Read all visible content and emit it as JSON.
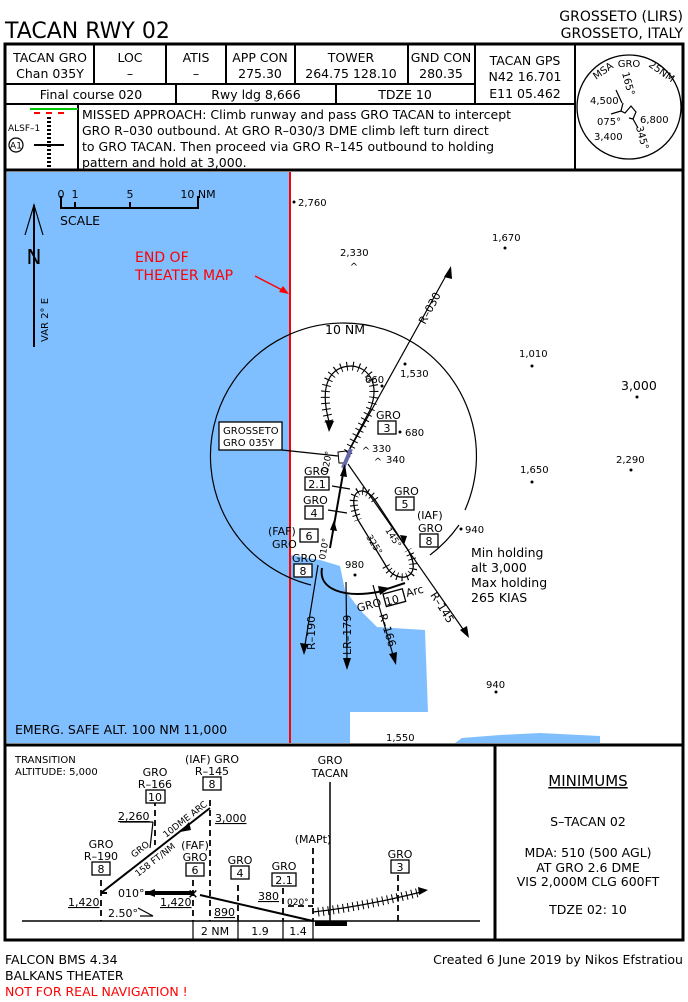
{
  "title": "TACAN RWY 02",
  "airport": {
    "name_code": "GROSSETO (LIRS)",
    "location": "GROSSETO, ITALY"
  },
  "header": {
    "tacan": {
      "label": "TACAN GRO",
      "value": "Chan 035Y"
    },
    "loc": {
      "label": "LOC",
      "value": "–"
    },
    "atis": {
      "label": "ATIS",
      "value": "–"
    },
    "app_con": {
      "label": "APP CON",
      "value": "275.30"
    },
    "tower": {
      "label": "TOWER",
      "value": "264.75 128.10"
    },
    "gnd_con": {
      "label": "GND CON",
      "value": "280.35"
    },
    "tacan_gps": {
      "label": "TACAN GPS",
      "lat": "N42 16.701",
      "lon": "E11 05.462"
    },
    "final_course": "Final course 020",
    "rwy_ldg": "Rwy ldg 8,666",
    "tdze": "TDZE 10",
    "lighting": {
      "system": "ALSF–1",
      "code": "A1"
    },
    "missed_approach": [
      "MISSED APPROACH: Climb runway and pass GRO TACAN to intercept",
      "GRO R–030 outbound. At GRO R–030/3 DME climb left turn direct",
      "to GRO TACAN. Then proceed via GRO R–145 outbound to holding",
      "pattern and hold at 3,000."
    ]
  },
  "msa": {
    "title_left": "MSA",
    "title_mid": "GRO",
    "title_right": "25NM",
    "sectors": [
      "4,500",
      "6,800",
      "3,400"
    ],
    "bearings": [
      "165°",
      "075°",
      "345°"
    ]
  },
  "plan": {
    "scale": {
      "ticks": [
        "0",
        "1",
        "5",
        "10 NM"
      ],
      "label": "SCALE"
    },
    "north": {
      "letter": "N",
      "variation": "VAR 2° E"
    },
    "theater_note": [
      "END OF",
      "THEATER MAP"
    ],
    "ring_label": "10 NM",
    "facility_box": [
      "GROSSETO",
      "GRO 035Y"
    ],
    "radials": [
      "R–030",
      "R–145",
      "R–190",
      "LR–179",
      "R–166"
    ],
    "courses": [
      "020°",
      "010°",
      "145°",
      "325°"
    ],
    "fixes": [
      {
        "name": "GRO",
        "dme": "3"
      },
      {
        "name": "GRO",
        "dme": "2.1"
      },
      {
        "name": "GRO",
        "dme": "4"
      },
      {
        "name": "GRO",
        "dme": "5"
      },
      {
        "name": "GRO",
        "dme": "6",
        "role": "(FAF)"
      },
      {
        "name": "GRO",
        "dme": "8",
        "role": "(IAF)"
      },
      {
        "name": "GRO",
        "dme": "8"
      },
      {
        "name": "GRO",
        "dme": "10",
        "suffix": "Arc"
      }
    ],
    "spot_elevations": [
      "2,760",
      "2,330",
      "1,670",
      "1,530",
      "660",
      "680",
      "330",
      "340",
      "1,010",
      "3,000",
      "2,290",
      "1,650",
      "940",
      "980",
      "940",
      "1,550"
    ],
    "holding_note": [
      "Min holding",
      "alt 3,000",
      "Max holding",
      "265 KIAS"
    ],
    "emergency_safe_alt": "EMERG. SAFE ALT. 100 NM 11,000",
    "sea_color": "#80bfff",
    "theater_line_color": "#ff0000"
  },
  "profile": {
    "transition_altitude": [
      "TRANSITION",
      "ALTITUDE: 5,000"
    ],
    "fixes": [
      {
        "lines": [
          "GRO",
          "R–190"
        ],
        "dme": "8"
      },
      {
        "lines": [
          "GRO",
          "R–166"
        ],
        "dme": "10"
      },
      {
        "lines": [
          "(IAF) GRO",
          "R–145"
        ],
        "dme": "8"
      },
      {
        "lines": [
          "(FAF)",
          "GRO"
        ],
        "dme": "6"
      },
      {
        "lines": [
          "GRO"
        ],
        "dme": "4"
      },
      {
        "lines": [
          "GRO"
        ],
        "dme": "2.1"
      },
      {
        "lines": [
          "GRO"
        ],
        "dme": "3"
      }
    ],
    "tacan_label": [
      "GRO",
      "TACAN"
    ],
    "mapt": "(MAPt)",
    "altitudes": [
      "2,260",
      "3,000",
      "1,420",
      "1,420",
      "890",
      "380"
    ],
    "arc_label": "10DME ARC",
    "gradient": [
      "GRO",
      "158 FT/NM"
    ],
    "course_010": "010°",
    "course_020": "020°",
    "glide_angle": "2.50°",
    "distances": [
      "2 NM",
      "1.9",
      "1.4"
    ]
  },
  "minimums": {
    "title": "MINIMUMS",
    "approach": "S–TACAN 02",
    "lines": [
      "MDA: 510 (500 AGL)",
      "AT GRO 2.6 DME",
      "VIS 2,000M CLG 600FT"
    ],
    "tdze": "TDZE 02: 10"
  },
  "footer": {
    "sim": "FALCON BMS 4.34",
    "theater": "BALKANS THEATER",
    "warning": "NOT FOR REAL NAVIGATION !",
    "credit": "Created 6 June 2019 by Nikos Efstratiou"
  }
}
